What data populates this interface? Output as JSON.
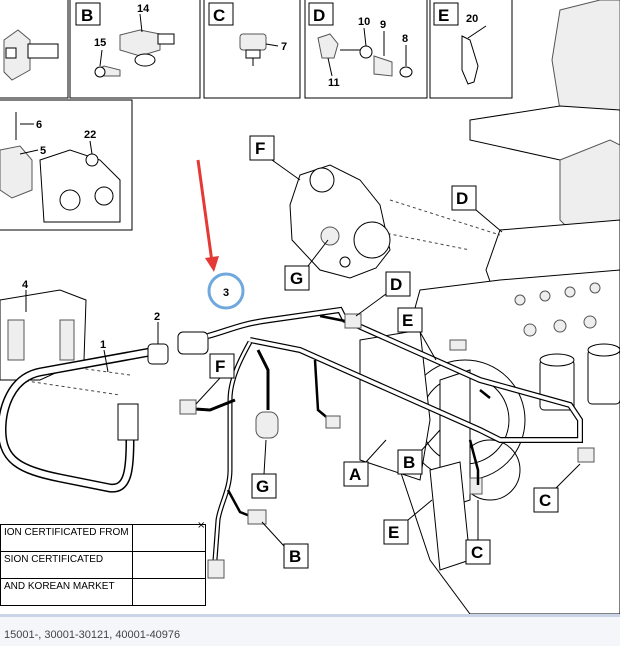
{
  "insets": {
    "a": {
      "numbers": []
    },
    "b": {
      "letter": "B",
      "numbers": [
        "14",
        "15"
      ]
    },
    "c": {
      "letter": "C",
      "numbers": [
        "7"
      ]
    },
    "d": {
      "letter": "D",
      "numbers": [
        "10",
        "9",
        "8",
        "11"
      ]
    },
    "e": {
      "letter": "E",
      "numbers": [
        "20"
      ]
    },
    "f": {
      "numbers": [
        "6",
        "5",
        "22"
      ]
    }
  },
  "callouts": {
    "F1": "F",
    "G1": "G",
    "D1": "D",
    "D2": "D",
    "E1": "E",
    "F2": "F",
    "G2": "G",
    "A1": "A",
    "B1": "B",
    "B2": "B",
    "C1": "C",
    "E2": "E",
    "C2": "C"
  },
  "numbers": {
    "n1": "1",
    "n2": "2",
    "n3": "3",
    "n4": "4"
  },
  "colors": {
    "highlight_arrow": "#e53935",
    "highlight_circle": "#6fa8dc"
  },
  "notes": {
    "rows": [
      "ION CERTIFICATED FROM",
      "SION CERTIFICATED",
      "AND KOREAN MARKET"
    ],
    "close": "×"
  },
  "footer": {
    "serials": "15001-, 30001-30121, 40001-40976"
  }
}
